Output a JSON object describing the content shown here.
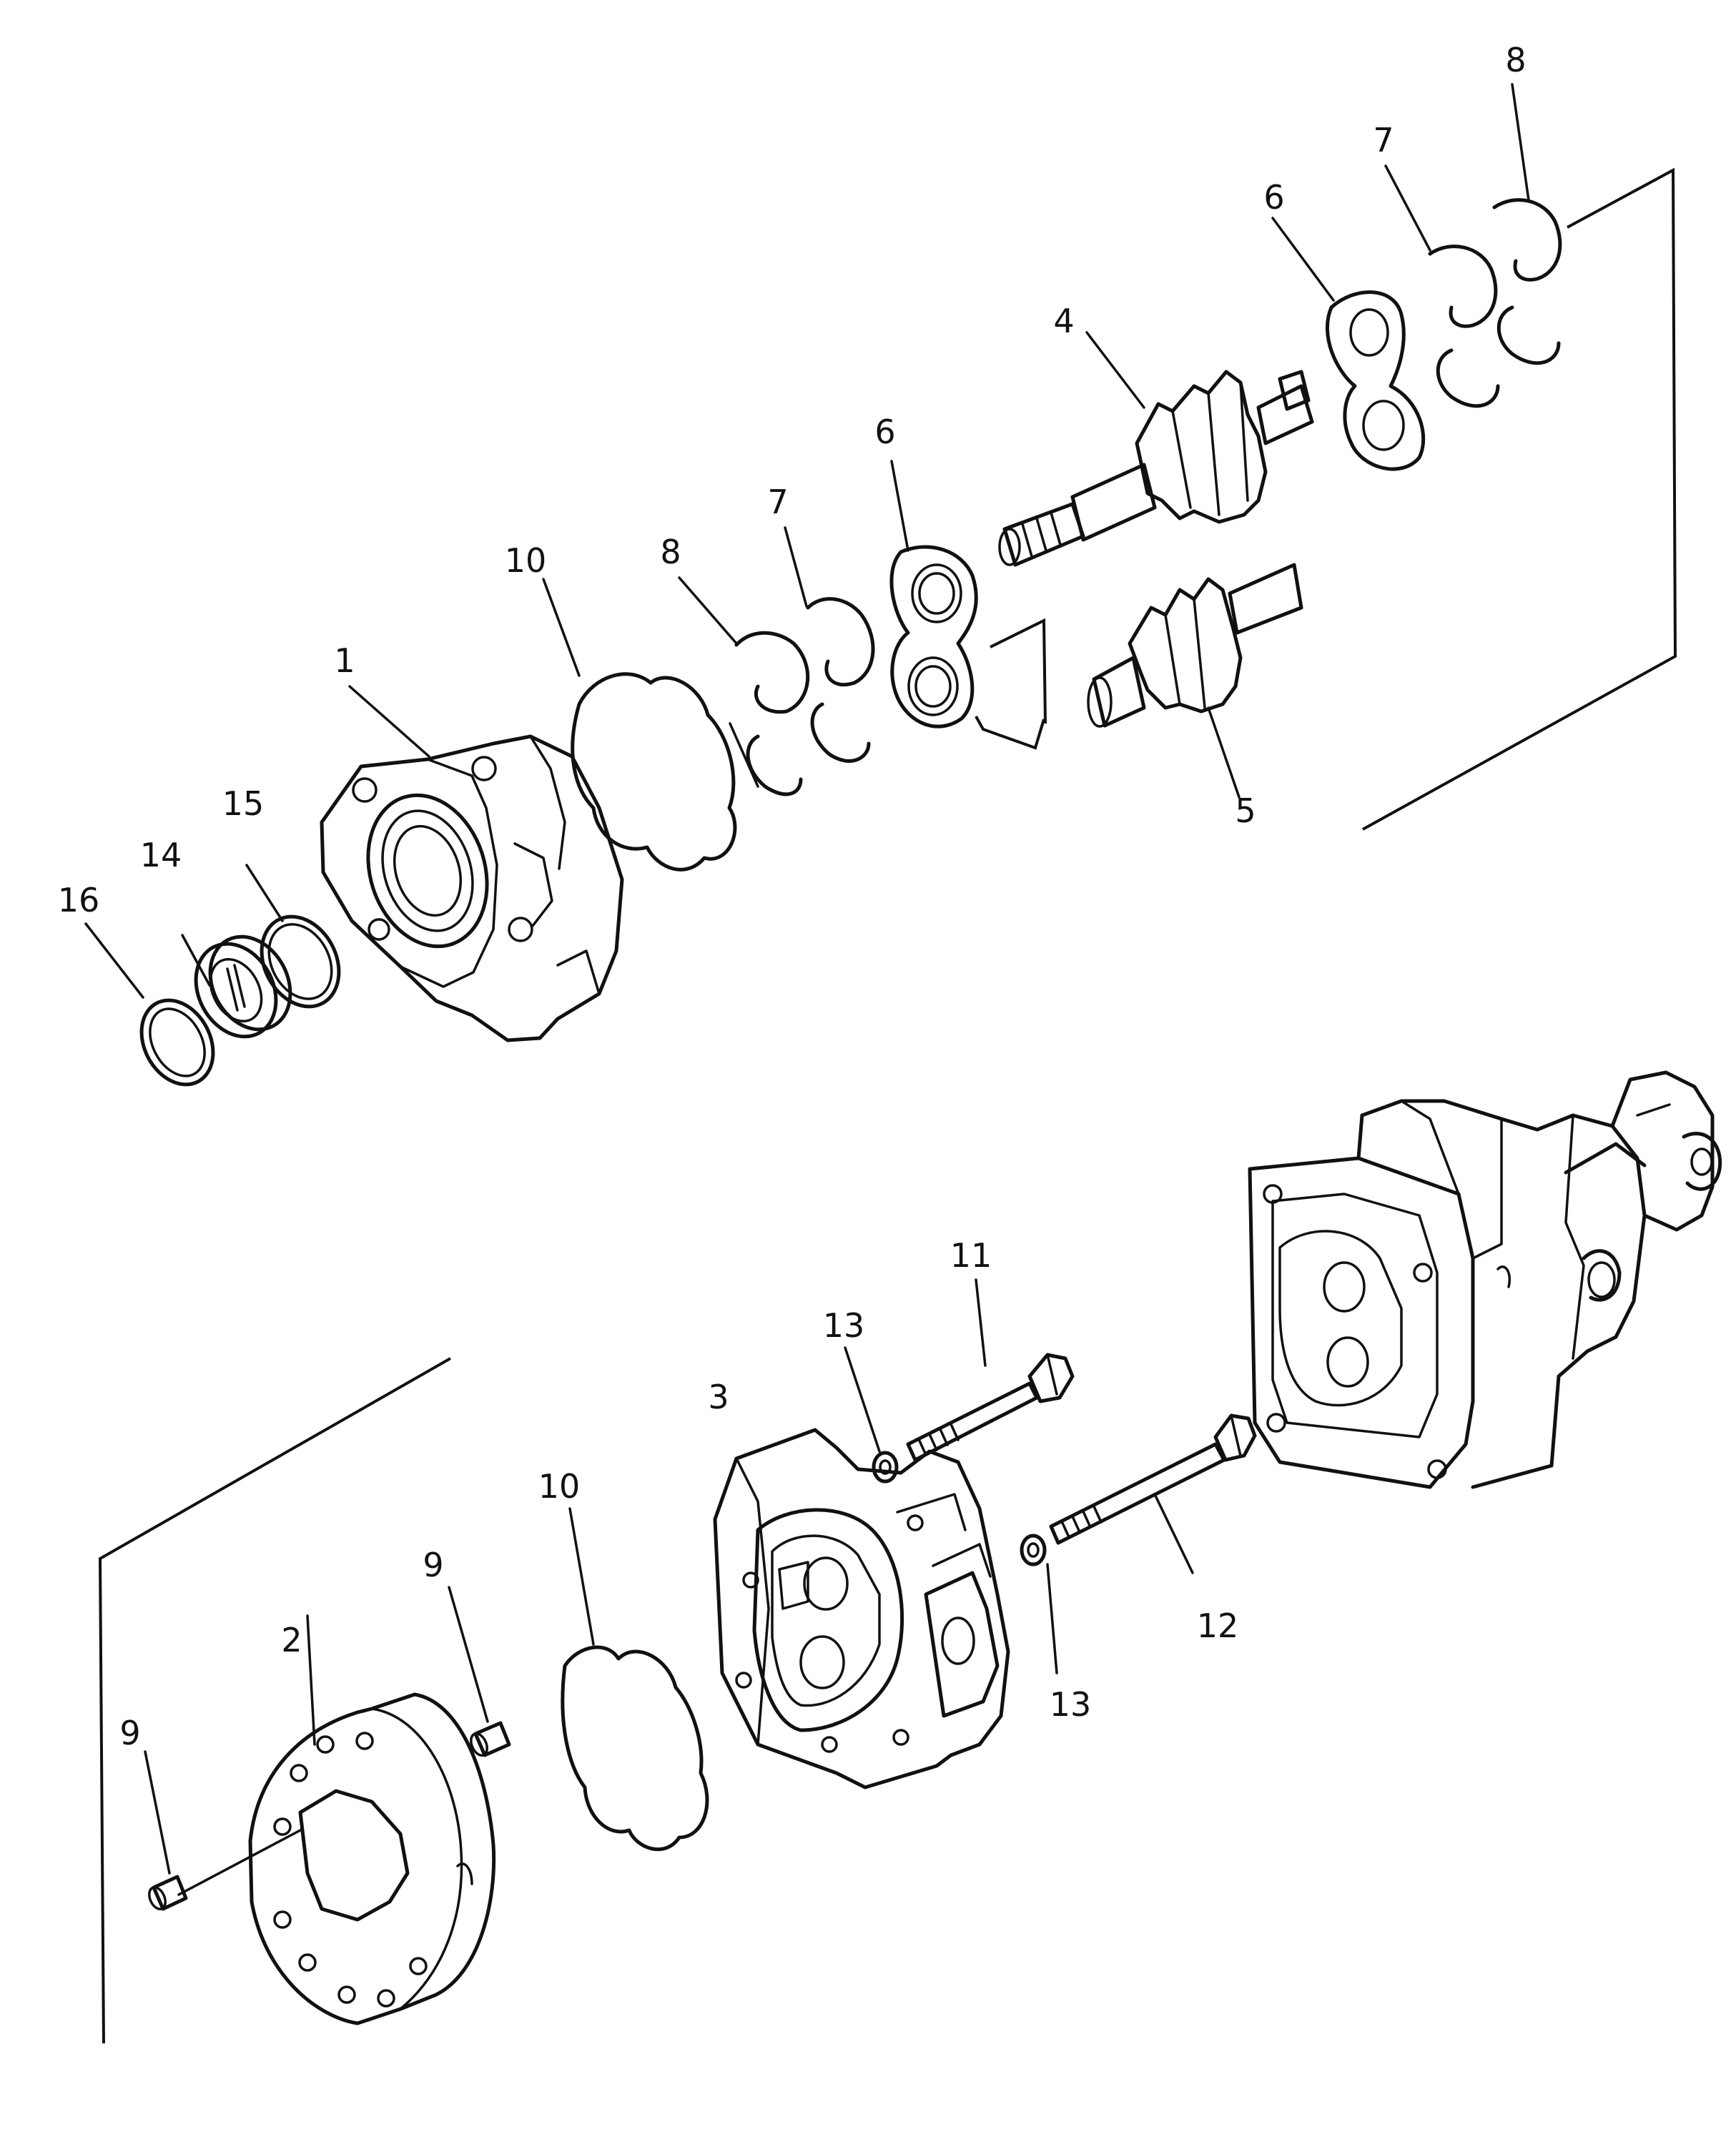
{
  "callouts": {
    "c1": "1",
    "c2": "2",
    "c3": "3",
    "c4": "4",
    "c5": "5",
    "c6_upper": "6",
    "c6_lower": "6",
    "c7_upper": "7",
    "c7_lower": "7",
    "c8_upper": "8",
    "c8_lower": "8",
    "c9_left": "9",
    "c9_right": "9",
    "c10_upper": "10",
    "c10_lower": "10",
    "c11": "11",
    "c12": "12",
    "c13_upper": "13",
    "c13_lower": "13",
    "c14": "14",
    "c15": "15",
    "c16": "16"
  }
}
